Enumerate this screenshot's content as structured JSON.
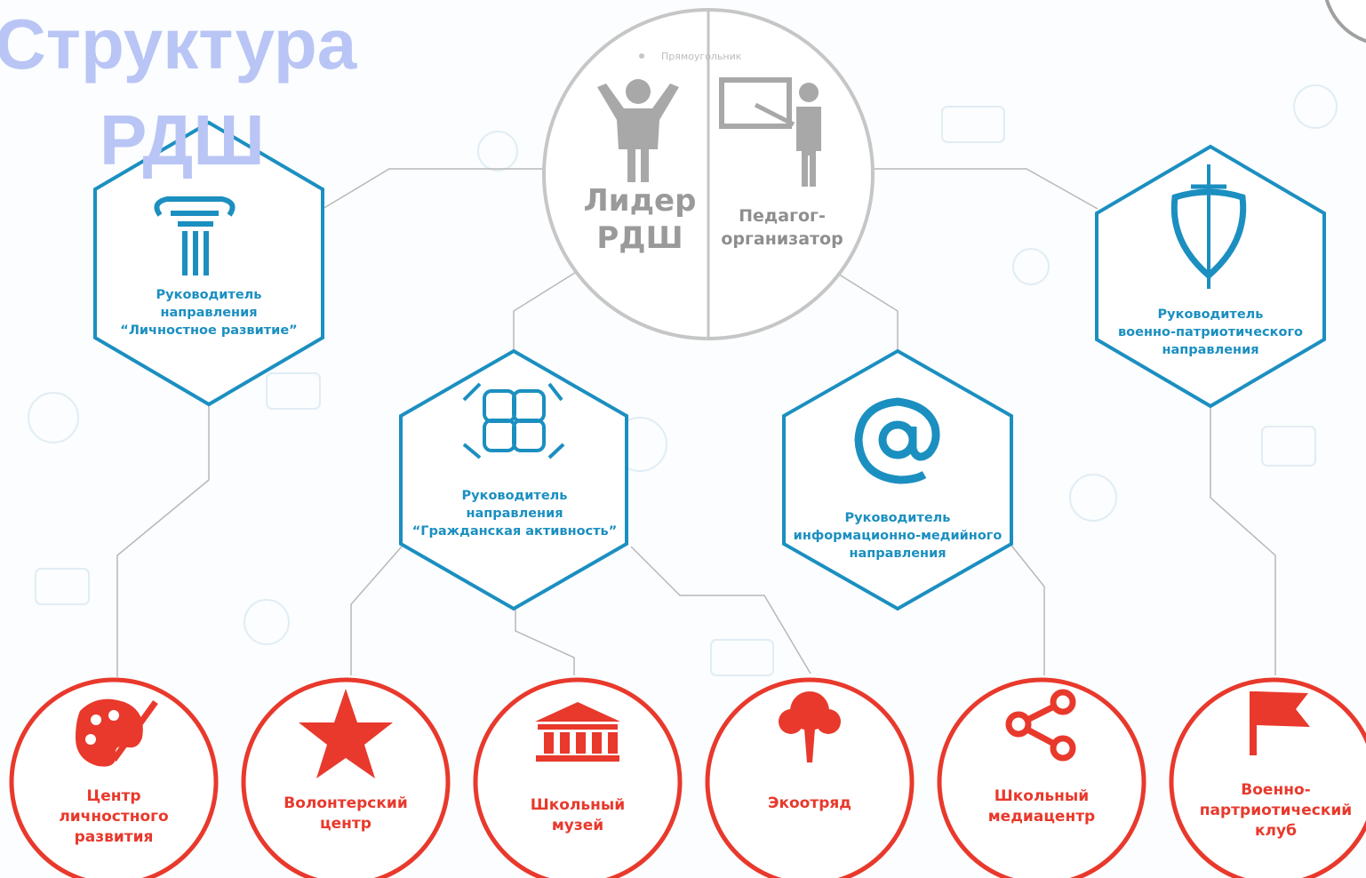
{
  "title": {
    "line1": "Структура",
    "line2": "РДШ"
  },
  "center": {
    "leader": {
      "line1": "Лидер",
      "line2": "РДШ"
    },
    "teacher": {
      "line1": "Педагог-",
      "line2": "организатор"
    },
    "placeholder": "Прямоугольник"
  },
  "directions": [
    {
      "line1": "Руководитель",
      "line2": "направления",
      "line3": "“Личностное развитие”"
    },
    {
      "line1": "Руководитель",
      "line2": "направления",
      "line3": "“Гражданская активность”"
    },
    {
      "line1": "Руководитель",
      "line2": "информационно-медийного",
      "line3": "направления"
    },
    {
      "line1": "Руководитель",
      "line2": "военно-патриотического",
      "line3": "направления"
    }
  ],
  "units": [
    {
      "line1": "Центр",
      "line2": "личностного",
      "line3": "развития"
    },
    {
      "line1": "Волонтерский",
      "line2": "центр"
    },
    {
      "line1": "Школьный",
      "line2": "музей"
    },
    {
      "line1": "Экоотряд"
    },
    {
      "line1": "Школьный",
      "line2": "медиацентр"
    },
    {
      "line1": "Военно-",
      "line2": "партриотический",
      "line3": "клуб"
    }
  ],
  "colors": {
    "hex": "#1b8fc0",
    "circle": "#e8392c",
    "leader": "#9a9a9a",
    "title": "#b9c5f5"
  },
  "icons": {
    "leader": "person-arms-up-icon",
    "teacher": "teacher-board-icon",
    "personal": "column-icon",
    "civic": "hands-icon",
    "media": "at-sign-icon",
    "military": "shield-sword-icon",
    "unit1": "palette-icon",
    "unit2": "star-icon",
    "unit3": "museum-icon",
    "unit4": "tree-icon",
    "unit5": "share-icon",
    "unit6": "flag-icon"
  }
}
